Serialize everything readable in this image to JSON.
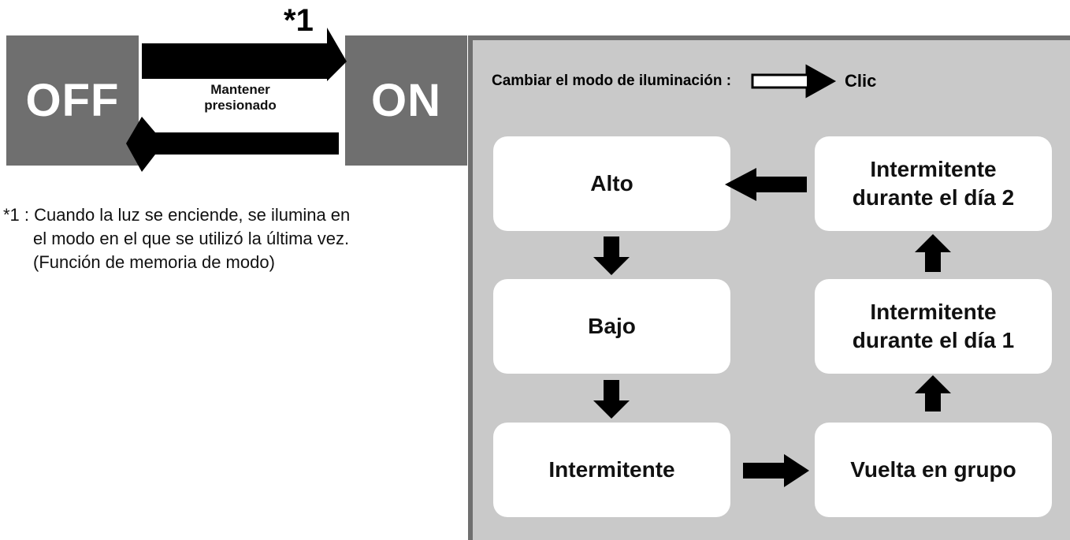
{
  "power": {
    "off_label": "OFF",
    "on_label": "ON",
    "hold_label_line1": "Mantener",
    "hold_label_line2": "presionado",
    "footnote_marker": "*1"
  },
  "note": {
    "line1": "*1 : Cuando la luz se enciende, se ilumina en",
    "line2": "el modo en el que se utilizó la última vez.",
    "line3": "(Función de memoria de modo)"
  },
  "modes_panel": {
    "legend_label": "Cambiar el modo de iluminación :",
    "legend_action": "Clic",
    "modes": {
      "alto": "Alto",
      "bajo": "Bajo",
      "intermitente": "Intermitente",
      "vuelta_grupo": "Vuelta en grupo",
      "dia1_line1": "Intermitente",
      "dia1_line2": "durante el día 1",
      "dia2_line1": "Intermitente",
      "dia2_line2": "durante el día 2"
    }
  },
  "colors": {
    "state_box": "#6f6f6f",
    "panel_bg": "#c9c9c9",
    "arrow": "#000000",
    "mode_box": "#ffffff"
  }
}
